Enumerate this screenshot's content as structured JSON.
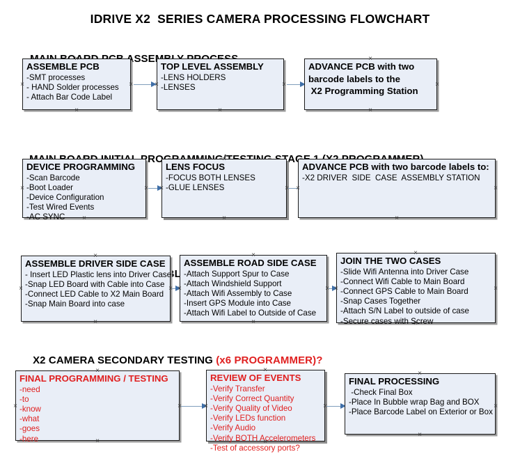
{
  "title": "IDRIVE X2  SERIES CAMERA PROCESSING FLOWCHART",
  "colors": {
    "node_fill": "#e9eef7",
    "node_border": "#1a1a1a",
    "connector": "#7f9dbb",
    "arrow_head": "#3f6fa8",
    "accent_red": "#e02020",
    "text": "#000000"
  },
  "sections": [
    {
      "id": "main-board-pcb-assembly-process",
      "heading": "MAIN BOARD PCB ASSEMBLY PROCESS",
      "heading_accent": "",
      "nodes": [
        {
          "id": "assemble-pcb",
          "title": "ASSEMBLE PCB",
          "lines": [
            "-SMT processes",
            "- HAND Solder processes",
            "- Attach Bar Code Label"
          ]
        },
        {
          "id": "top-level-assembly",
          "title": "TOP LEVEL ASSEMBLY",
          "lines": [
            "-LENS HOLDERS",
            "-LENSES"
          ]
        },
        {
          "id": "advance-pcb-to-x2-programming-station",
          "title": "ADVANCE PCB with two",
          "lines": [
            "barcode labels to the",
            " X2 Programming Station"
          ]
        }
      ]
    },
    {
      "id": "main-board-initial-programming-testing-stage-1",
      "heading": "MAIN BOARD INITIAL PROGRAMMING/TESTING STAGE 1 (X2 PROGRAMMER)",
      "heading_accent": "",
      "nodes": [
        {
          "id": "device-programming",
          "title": "DEVICE PROGRAMMING",
          "lines": [
            "-Scan Barcode",
            "-Boot Loader",
            "-Device Configuration",
            "-Test Wired Events",
            "-AC SYNC"
          ]
        },
        {
          "id": "lens-focus",
          "title": "LENS FOCUS",
          "lines": [
            "-FOCUS BOTH LENSES",
            "-GLUE LENSES"
          ]
        },
        {
          "id": "advance-pcb-to-driver-side-case-assembly-station",
          "title": "ADVANCE PCB with two barcode labels to:",
          "lines": [
            "-X2 DRIVER  SIDE  CASE  ASSEMBLY STATION"
          ]
        }
      ]
    },
    {
      "id": "x2-camera-case-assemblies",
      "heading": "X2 CAMERA CASE ASSEMBLIES",
      "heading_accent": "",
      "nodes": [
        {
          "id": "assemble-driver-side-case",
          "title": "ASSEMBLE DRIVER SIDE CASE",
          "lines": [
            "- Insert LED Plastic lens into Driver Case",
            "-Snap LED Board with Cable into Case",
            "-Connect LED Cable to X2 Main Board",
            "-Snap Main Board into case"
          ]
        },
        {
          "id": "assemble-road-side-case",
          "title": "ASSEMBLE ROAD SIDE CASE",
          "lines": [
            "-Attach Support Spur to Case",
            "-Attach Windshield Support",
            "-Attach Wifi Assembly to Case",
            "-Insert GPS Module into Case",
            "-Attach Wifi Label to Outside of Case"
          ]
        },
        {
          "id": "join-the-two-cases",
          "title": "JOIN THE TWO CASES",
          "lines": [
            "-Slide Wifi Antenna into Driver Case",
            "-Connect Wifi Cable to Main Board",
            "-Connect GPS Cable to Main Board",
            "-Snap Cases Together",
            "-Attach S/N Label to outside of case",
            "-Secure cases with Screw"
          ]
        }
      ]
    },
    {
      "id": "x2-camera-secondary-testing",
      "heading": "X2 CAMERA SECONDARY TESTING ",
      "heading_accent": "(x6 PROGRAMMER)?",
      "nodes": [
        {
          "id": "final-programming-testing",
          "title": "FINAL PROGRAMMING / TESTING",
          "lines": [
            "-need",
            "-to",
            "-know",
            "-what",
            "-goes",
            "-here"
          ]
        },
        {
          "id": "review-of-events",
          "title": "REVIEW OF EVENTS",
          "lines": [
            "-Verify Transfer",
            "-Verify Correct Quantity",
            "-Verify Quality of Video",
            "-Verify LEDs function",
            "-Verify Audio",
            "-Verify BOTH Accelerometers",
            "-Test of accessory ports?"
          ]
        },
        {
          "id": "final-processing",
          "title": "FINAL PROCESSING",
          "lines": [
            " -Check Final Box",
            "-Place In Bubble wrap Bag and BOX",
            "-Place Barcode Label on Exterior or Box"
          ]
        }
      ]
    }
  ],
  "handle_glyph": "×"
}
